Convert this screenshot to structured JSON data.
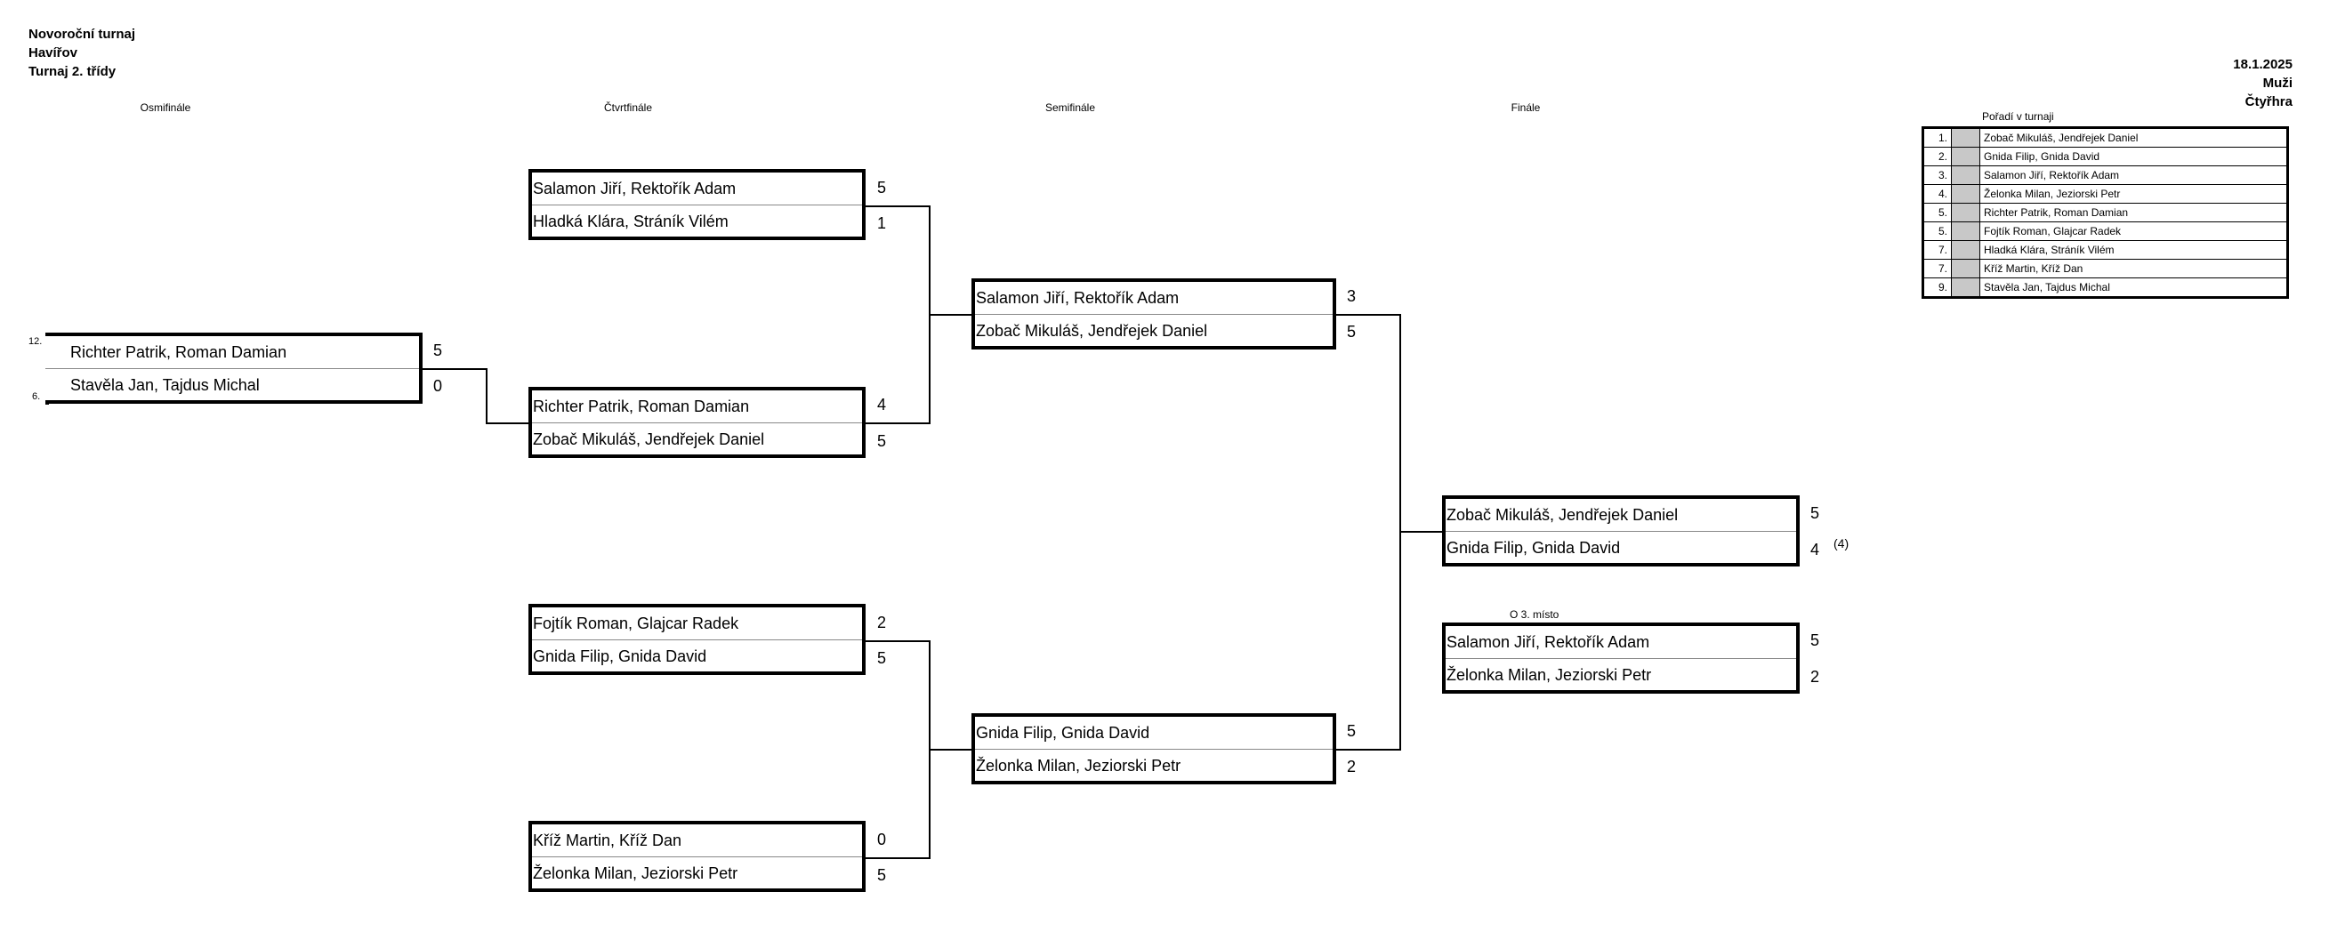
{
  "header": {
    "title": "Novoroční turnaj",
    "city": "Havířov",
    "tournament_class": "Turnaj 2. třídy",
    "date": "18.1.2025",
    "category": "Muži",
    "discipline": "Čtyřhra"
  },
  "rounds": {
    "r16": "Osmifinále",
    "qf": "Čtvrtfinále",
    "sf": "Semifinále",
    "final": "Finále"
  },
  "round_of_16": {
    "team1": "Richter Patrik, Roman Damian",
    "score1": "5",
    "seed1": "12.",
    "team2": "Stavěla Jan, Tajdus Michal",
    "score2": "0",
    "seed2": "6."
  },
  "quarterfinals": [
    {
      "team1": "Salamon Jiří, Rektořík Adam",
      "score1": "5",
      "team2": "Hladká Klára, Stráník Vilém",
      "score2": "1"
    },
    {
      "team1": "Richter Patrik, Roman Damian",
      "score1": "4",
      "team2": "Zobač Mikuláš, Jendřejek Daniel",
      "score2": "5"
    },
    {
      "team1": "Fojtík Roman, Glajcar Radek",
      "score1": "2",
      "team2": "Gnida Filip, Gnida David",
      "score2": "5"
    },
    {
      "team1": "Kříž Martin, Kříž Dan",
      "score1": "0",
      "team2": "Želonka Milan, Jeziorski Petr",
      "score2": "5"
    }
  ],
  "semifinals": [
    {
      "team1": "Salamon Jiří, Rektořík Adam",
      "score1": "3",
      "team2": "Zobač Mikuláš, Jendřejek Daniel",
      "score2": "5"
    },
    {
      "team1": "Gnida Filip, Gnida David",
      "score1": "5",
      "team2": "Želonka Milan, Jeziorski Petr",
      "score2": "2"
    }
  ],
  "final": {
    "team1": "Zobač Mikuláš, Jendřejek Daniel",
    "score1": "5",
    "team2": "Gnida Filip, Gnida David",
    "score2": "4",
    "note": "(4)"
  },
  "third_place": {
    "label": "O 3. místo",
    "team1": "Salamon Jiří, Rektořík Adam",
    "score1": "5",
    "team2": "Želonka Milan, Jeziorski Petr",
    "score2": "2"
  },
  "standings": {
    "title": "Pořadí v turnaji",
    "rows": [
      {
        "rank": "1.",
        "name": "Zobač Mikuláš, Jendřejek Daniel"
      },
      {
        "rank": "2.",
        "name": "Gnida Filip, Gnida David"
      },
      {
        "rank": "3.",
        "name": "Salamon Jiří, Rektořík Adam"
      },
      {
        "rank": "4.",
        "name": "Želonka Milan, Jeziorski Petr"
      },
      {
        "rank": "5.",
        "name": "Richter Patrik, Roman Damian"
      },
      {
        "rank": "5.",
        "name": "Fojtík Roman, Glajcar Radek"
      },
      {
        "rank": "7.",
        "name": "Hladká Klára, Stráník Vilém"
      },
      {
        "rank": "7.",
        "name": "Kříž Martin, Kříž Dan"
      },
      {
        "rank": "9.",
        "name": "Stavěla Jan, Tajdus Michal"
      }
    ]
  }
}
